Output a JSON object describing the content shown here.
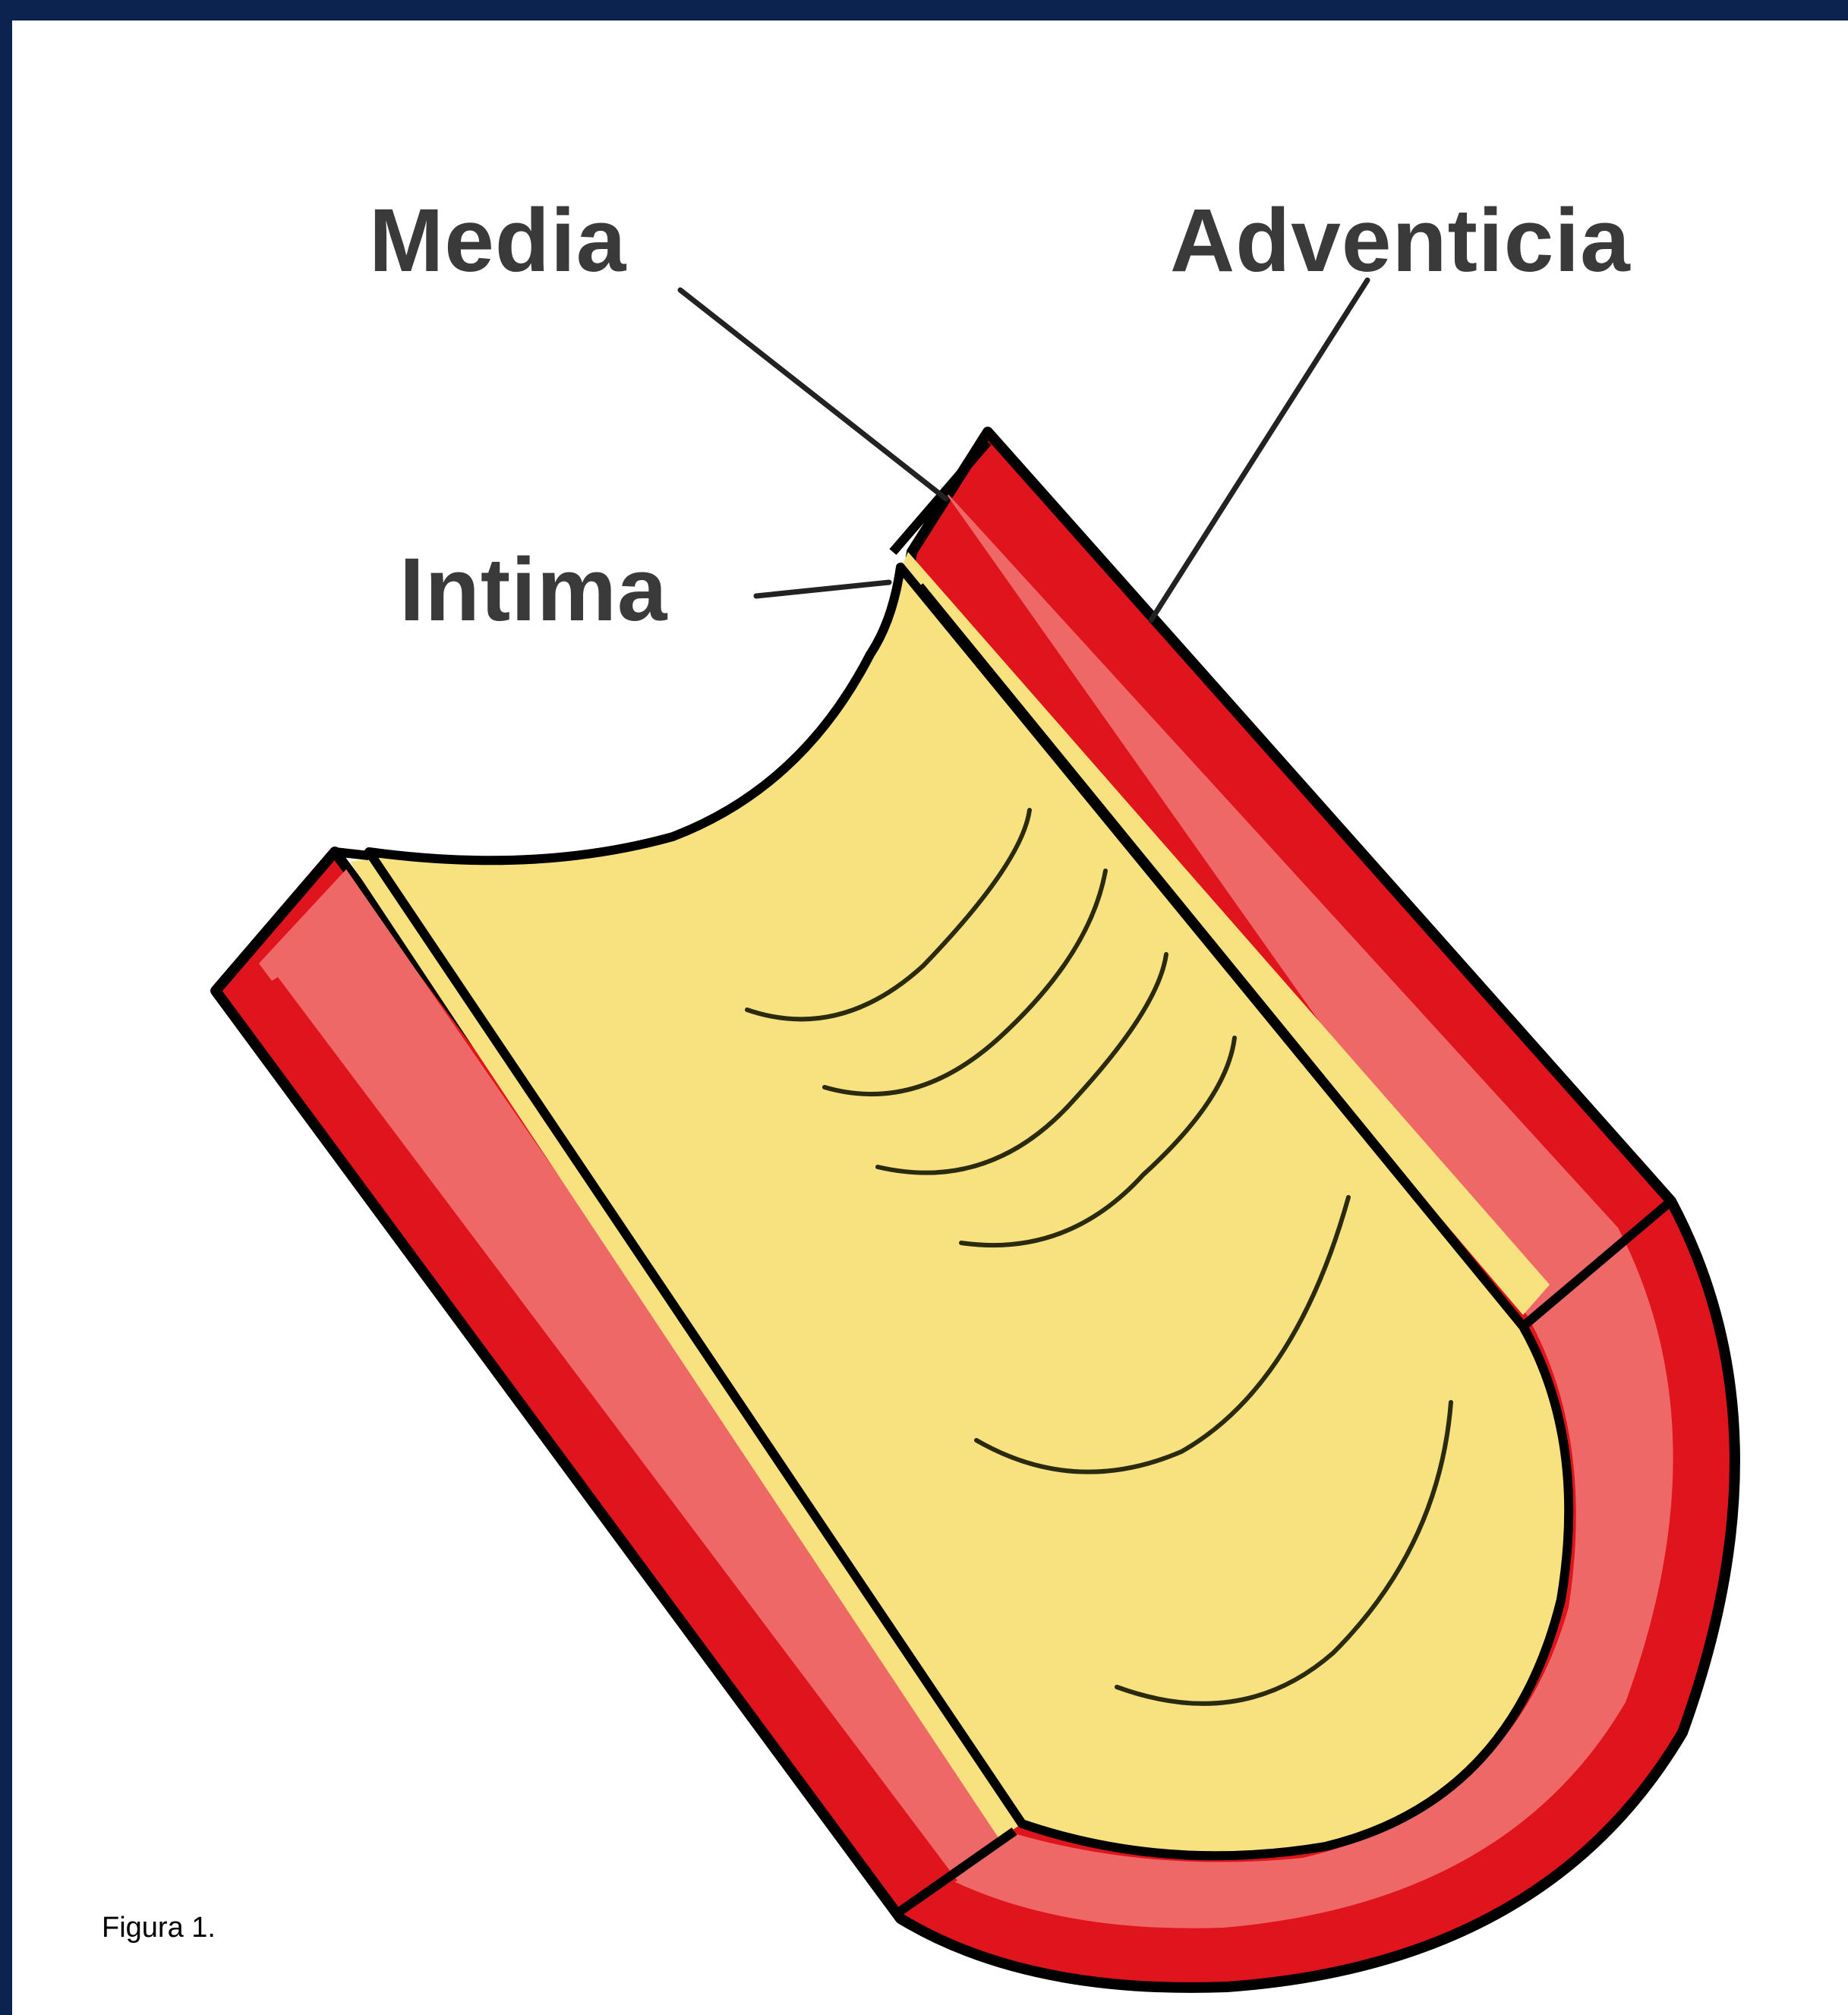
{
  "labels": {
    "media": "Media",
    "adventicia": "Adventicia",
    "intima": "Intima"
  },
  "caption": "Figura 1.",
  "colors": {
    "frame": "#0c2350",
    "background": "#ffffff",
    "adventicia": "#e0141c",
    "media": "#ef6868",
    "intima": "#f8e27f",
    "outline": "#000000"
  }
}
